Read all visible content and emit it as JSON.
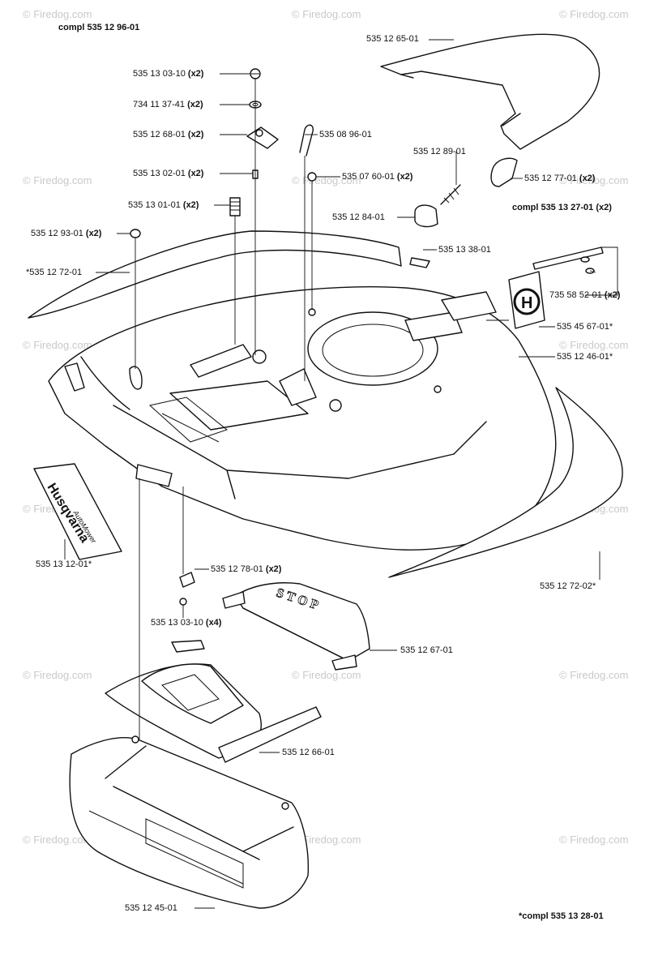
{
  "headers": {
    "top_left": "compl 535 12 96-01",
    "right_mid": "compl 535 13 27-01 (x2)",
    "bottom_right": "*compl 535 13 28-01"
  },
  "watermark": "© Firedog.com",
  "decals": {
    "brand": "Husqvarna",
    "sub": "AutoMower",
    "stop": "STOP",
    "emblem": "H"
  },
  "labels": {
    "l01": {
      "part": "535 12 65-01",
      "qty": ""
    },
    "l02": {
      "part": "535 13 03-10",
      "qty": "(x2)"
    },
    "l03": {
      "part": "734 11 37-41",
      "qty": "(x2)"
    },
    "l04": {
      "part": "535 12 68-01",
      "qty": "(x2)"
    },
    "l05": {
      "part": "535 08 96-01",
      "qty": ""
    },
    "l06": {
      "part": "535 12 89-01",
      "qty": ""
    },
    "l07": {
      "part": "535 13 02-01",
      "qty": "(x2)"
    },
    "l08": {
      "part": "535 07 60-01",
      "qty": "(x2)"
    },
    "l09": {
      "part": "535 12 77-01",
      "qty": "(x2)"
    },
    "l10": {
      "part": "535 13 01-01",
      "qty": "(x2)"
    },
    "l11": {
      "part": "535 12 84-01",
      "qty": ""
    },
    "l12": {
      "part": "535 12 93-01",
      "qty": "(x2)"
    },
    "l13": {
      "part": "535 13 38-01",
      "qty": ""
    },
    "l14": {
      "part": "*535 12 72-01",
      "qty": ""
    },
    "l15": {
      "part": "735 58 52-01",
      "qty": "(x2)"
    },
    "l16": {
      "part": "535 45 67-01*",
      "qty": ""
    },
    "l17": {
      "part": "535 12 46-01*",
      "qty": ""
    },
    "l18": {
      "part": "535 13 12-01*",
      "qty": ""
    },
    "l19": {
      "part": "535 12 78-01",
      "qty": "(x2)"
    },
    "l20": {
      "part": "535 13 03-10",
      "qty": "(x4)"
    },
    "l21": {
      "part": "535 12 72-02*",
      "qty": ""
    },
    "l22": {
      "part": "535 12 67-01",
      "qty": ""
    },
    "l23": {
      "part": "535 12 66-01",
      "qty": ""
    },
    "l24": {
      "part": "535 12 45-01",
      "qty": ""
    }
  }
}
